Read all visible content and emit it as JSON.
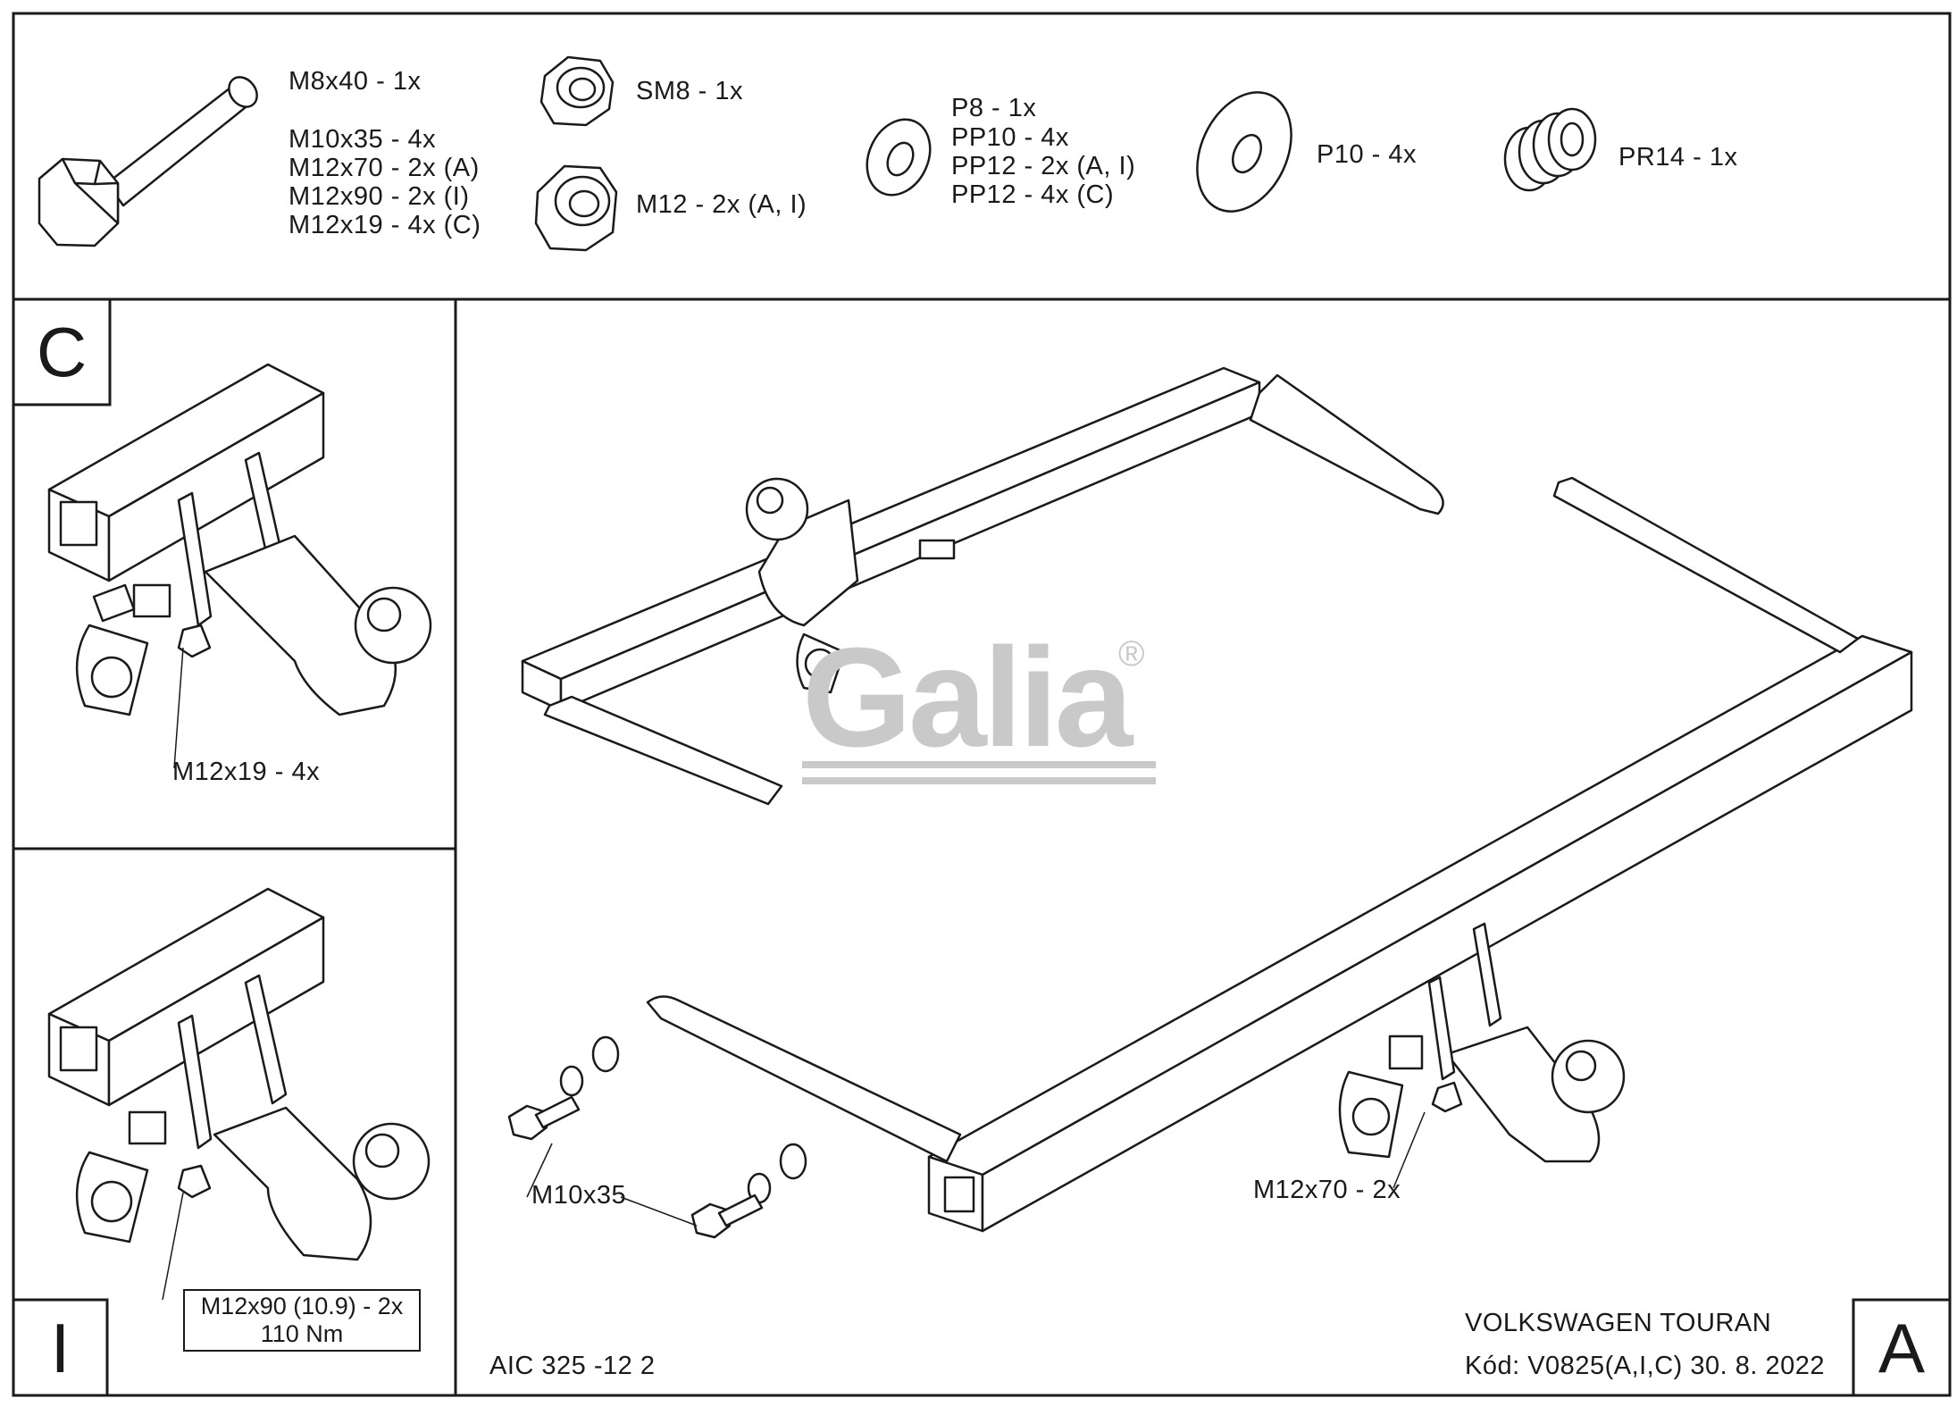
{
  "hardware": {
    "bolt_top_label": "M8x40 - 1x",
    "bolt_labels": [
      "M10x35 - 4x",
      "M12x70 - 2x (A)",
      "M12x90 - 2x (I)",
      "M12x19 - 4x (C)"
    ],
    "nylon_nut_label": "SM8 - 1x",
    "hex_nut_label": "M12 - 2x (A, I)",
    "washer_labels": [
      "P8 - 1x",
      "PP10 - 4x",
      "PP12 - 2x (A, I)",
      "PP12 - 4x (C)"
    ],
    "large_washer_label": "P10 - 4x",
    "spring_washer_label": "PR14 - 1x"
  },
  "panels": {
    "c_letter": "C",
    "c_callout": "M12x19 - 4x",
    "i_letter": "I",
    "i_callout_line1": "M12x90 (10.9) - 2x",
    "i_callout_line2": "110 Nm",
    "a_letter": "A",
    "a_bolt_callout": "M10x35",
    "a_bolt_callout_right": "M12x70 - 2x"
  },
  "footer": {
    "drawing_number": "AIC 325 -12 2",
    "vehicle": "VOLKSWAGEN TOURAN",
    "code_line": "Kód: V0825(A,I,C)  30. 8. 2022"
  },
  "watermark": {
    "text": "Galia",
    "registered": "®"
  },
  "colors": {
    "line": "#1a1a1a",
    "watermark": "#c9c9c9"
  }
}
